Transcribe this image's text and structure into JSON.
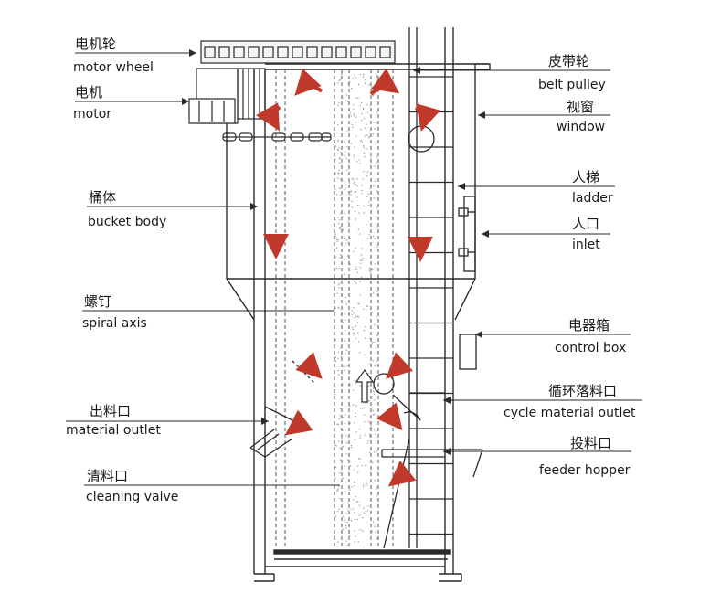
{
  "labels": {
    "motor_wheel": {
      "zh": "电机轮",
      "en": "motor wheel"
    },
    "motor": {
      "zh": "电机",
      "en": "motor"
    },
    "bucket_body": {
      "zh": "桶体",
      "en": "bucket body"
    },
    "spiral_axis": {
      "zh": "螺钉",
      "en": "spiral axis"
    },
    "material_outlet": {
      "zh": "出料口",
      "en": "material outlet"
    },
    "cleaning_valve": {
      "zh": "清料口",
      "en": "cleaning valve"
    },
    "belt_pulley": {
      "zh": "皮带轮",
      "en": "belt pulley"
    },
    "window": {
      "zh": "视窗",
      "en": "window"
    },
    "ladder": {
      "zh": "人梯",
      "en": "ladder"
    },
    "inlet": {
      "zh": "人口",
      "en": "inlet"
    },
    "control_box": {
      "zh": "电器箱",
      "en": "control box"
    },
    "cycle_material_outlet": {
      "zh": "循环落料口",
      "en": "cycle material outlet"
    },
    "feeder_hopper": {
      "zh": "投料口",
      "en": "feeder hopper"
    }
  },
  "colors": {
    "line": "#2a2a2a",
    "arrow": "#c0392b",
    "text": "#1a1a1a"
  }
}
